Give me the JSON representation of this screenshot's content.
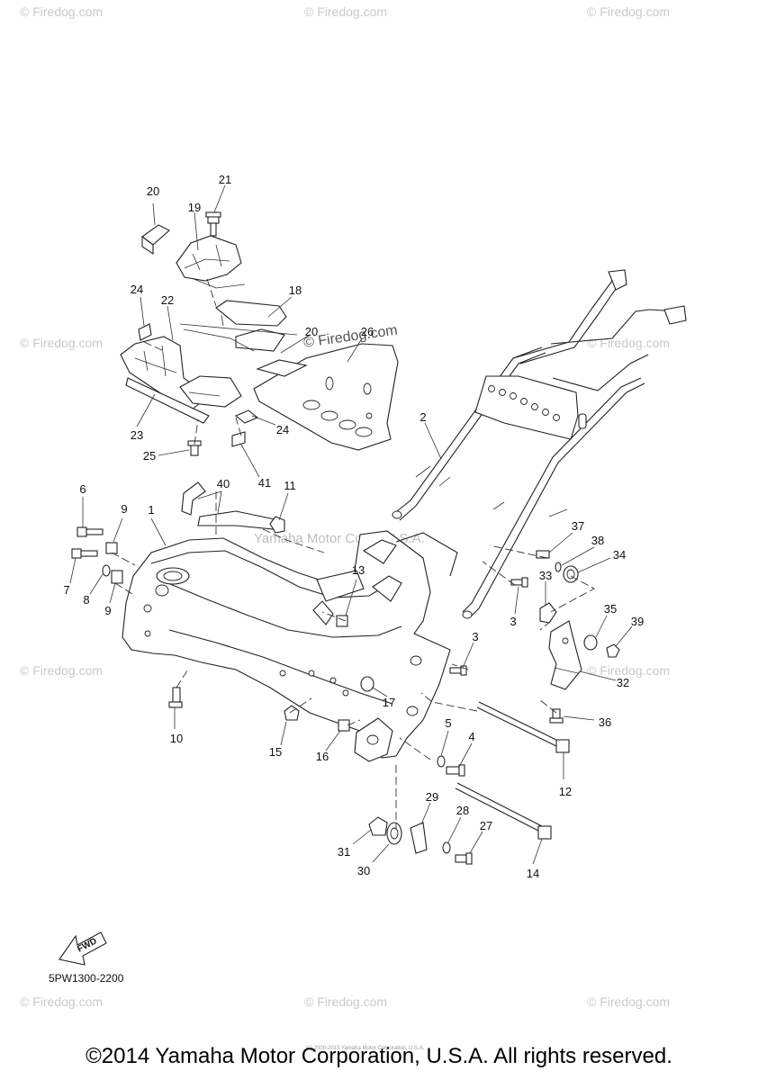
{
  "watermark": {
    "small": "© Firedog.com",
    "large": "© Firedog.com",
    "center": "Yamaha Motor Corp., U.S.A."
  },
  "callouts": [
    "1",
    "2",
    "3",
    "3",
    "3",
    "4",
    "5",
    "6",
    "7",
    "8",
    "9",
    "9",
    "10",
    "11",
    "12",
    "13",
    "14",
    "15",
    "16",
    "17",
    "18",
    "19",
    "20",
    "20",
    "21",
    "22",
    "23",
    "24",
    "24",
    "25",
    "26",
    "27",
    "28",
    "29",
    "30",
    "31",
    "32",
    "33",
    "34",
    "35",
    "36",
    "37",
    "38",
    "39",
    "40",
    "41"
  ],
  "fwd_label": "FWD",
  "reference_code": "5PW1300-2200",
  "copyright": "©2014 Yamaha Motor Corporation, U.S.A. All rights reserved.",
  "fine_print": "(c) 2000-2015 Yamaha Motor Corporation, U.S.A.",
  "icons": [
    "fwd-arrow-icon"
  ]
}
